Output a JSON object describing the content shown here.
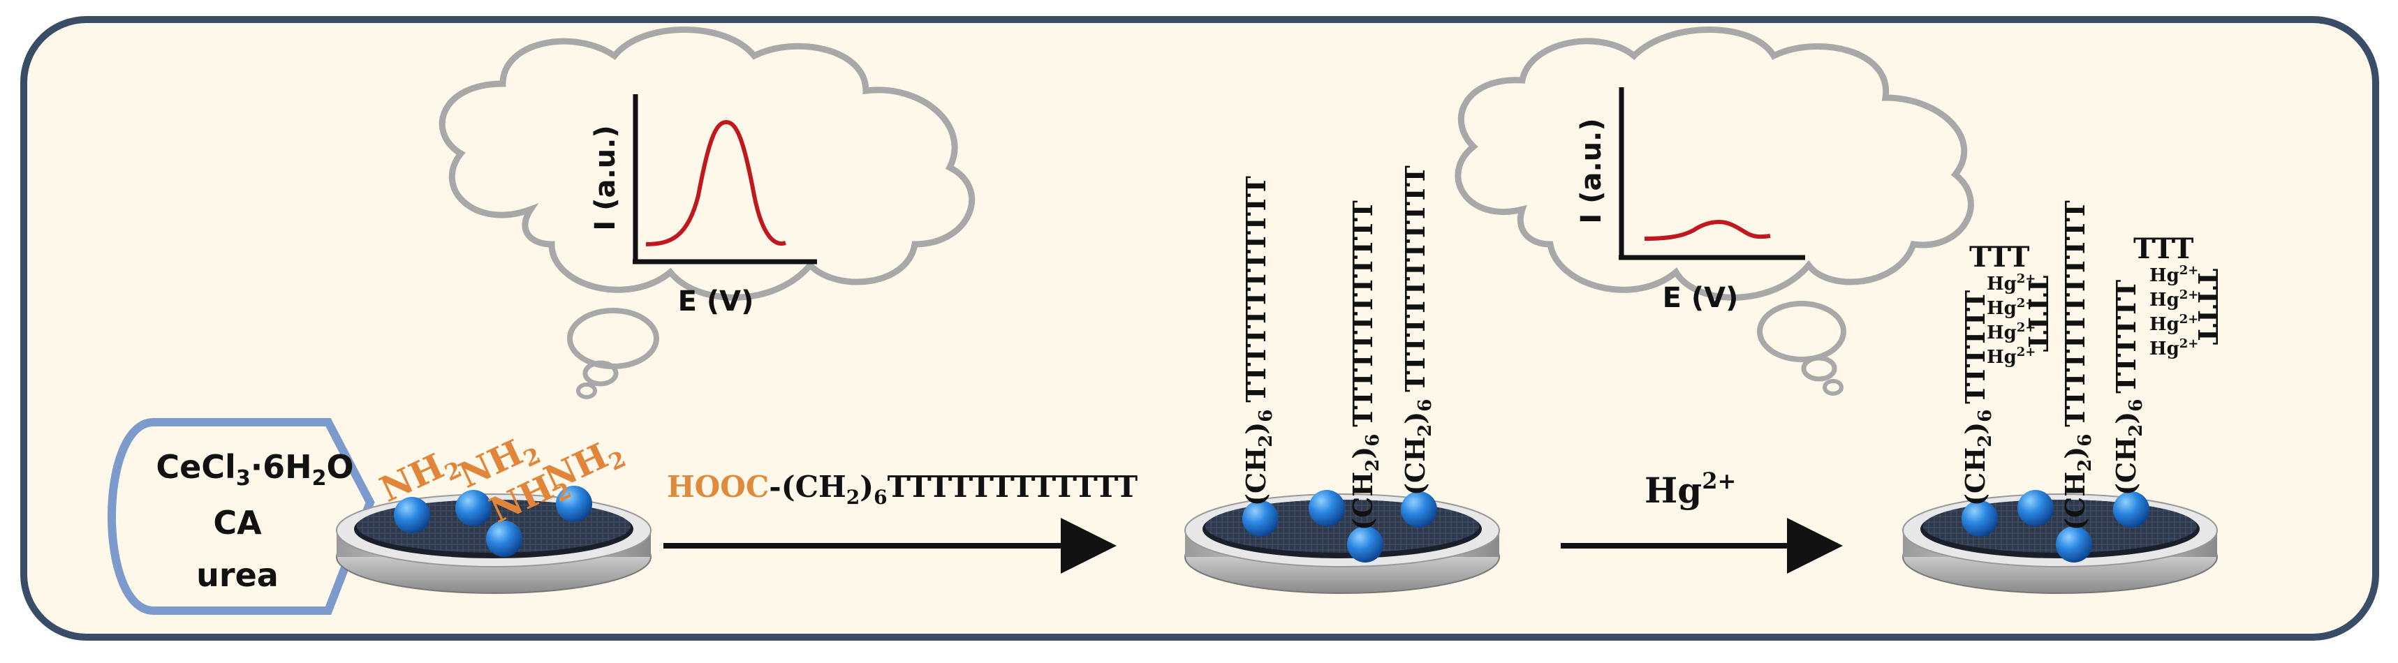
{
  "precursor_box": {
    "line1": "CeCl",
    "line1_sub1": "3",
    "line1_dot": "·6H",
    "line1_sub2": "2",
    "line1_end": "O",
    "line2": "CA",
    "line3": "urea"
  },
  "amine_group": {
    "text": "NH",
    "sub": "2"
  },
  "step1": {
    "hooc": "HOOC",
    "dash_ch2": "-(CH",
    "sub": "2",
    "close": ")",
    "sub6": "6",
    "seq": "TTTTTTTTTTTT"
  },
  "step2": {
    "ion": "Hg",
    "charge": "2+"
  },
  "strand": {
    "ch2": "(CH",
    "sub2": "2",
    "close": ")",
    "sub6": "6",
    "full_seq": "TTTTTTTTTTTT",
    "short_seq": "TTTTTT",
    "loop_top": "TTT",
    "loop_side": "TTTT"
  },
  "hg_complex": {
    "ion": "Hg",
    "charge": "2+"
  },
  "graph_high": {
    "ylabel": "I (a.u.)",
    "xlabel": "E (V)"
  },
  "graph_low": {
    "ylabel": "I (a.u.)",
    "xlabel": "E (V)"
  },
  "colors": {
    "frame_border": "#3a4d66",
    "frame_fill": "#fdf8ea",
    "hooc_orange": "#e08a3c",
    "nh2_orange": "#e0853a",
    "curve_red": "#c0181e",
    "cloud_gray": "#a8a8a8",
    "bead_blue": "#1f6fc9",
    "electrode_dark": "#2b3344",
    "precursor_box_border": "#7d9acc"
  }
}
